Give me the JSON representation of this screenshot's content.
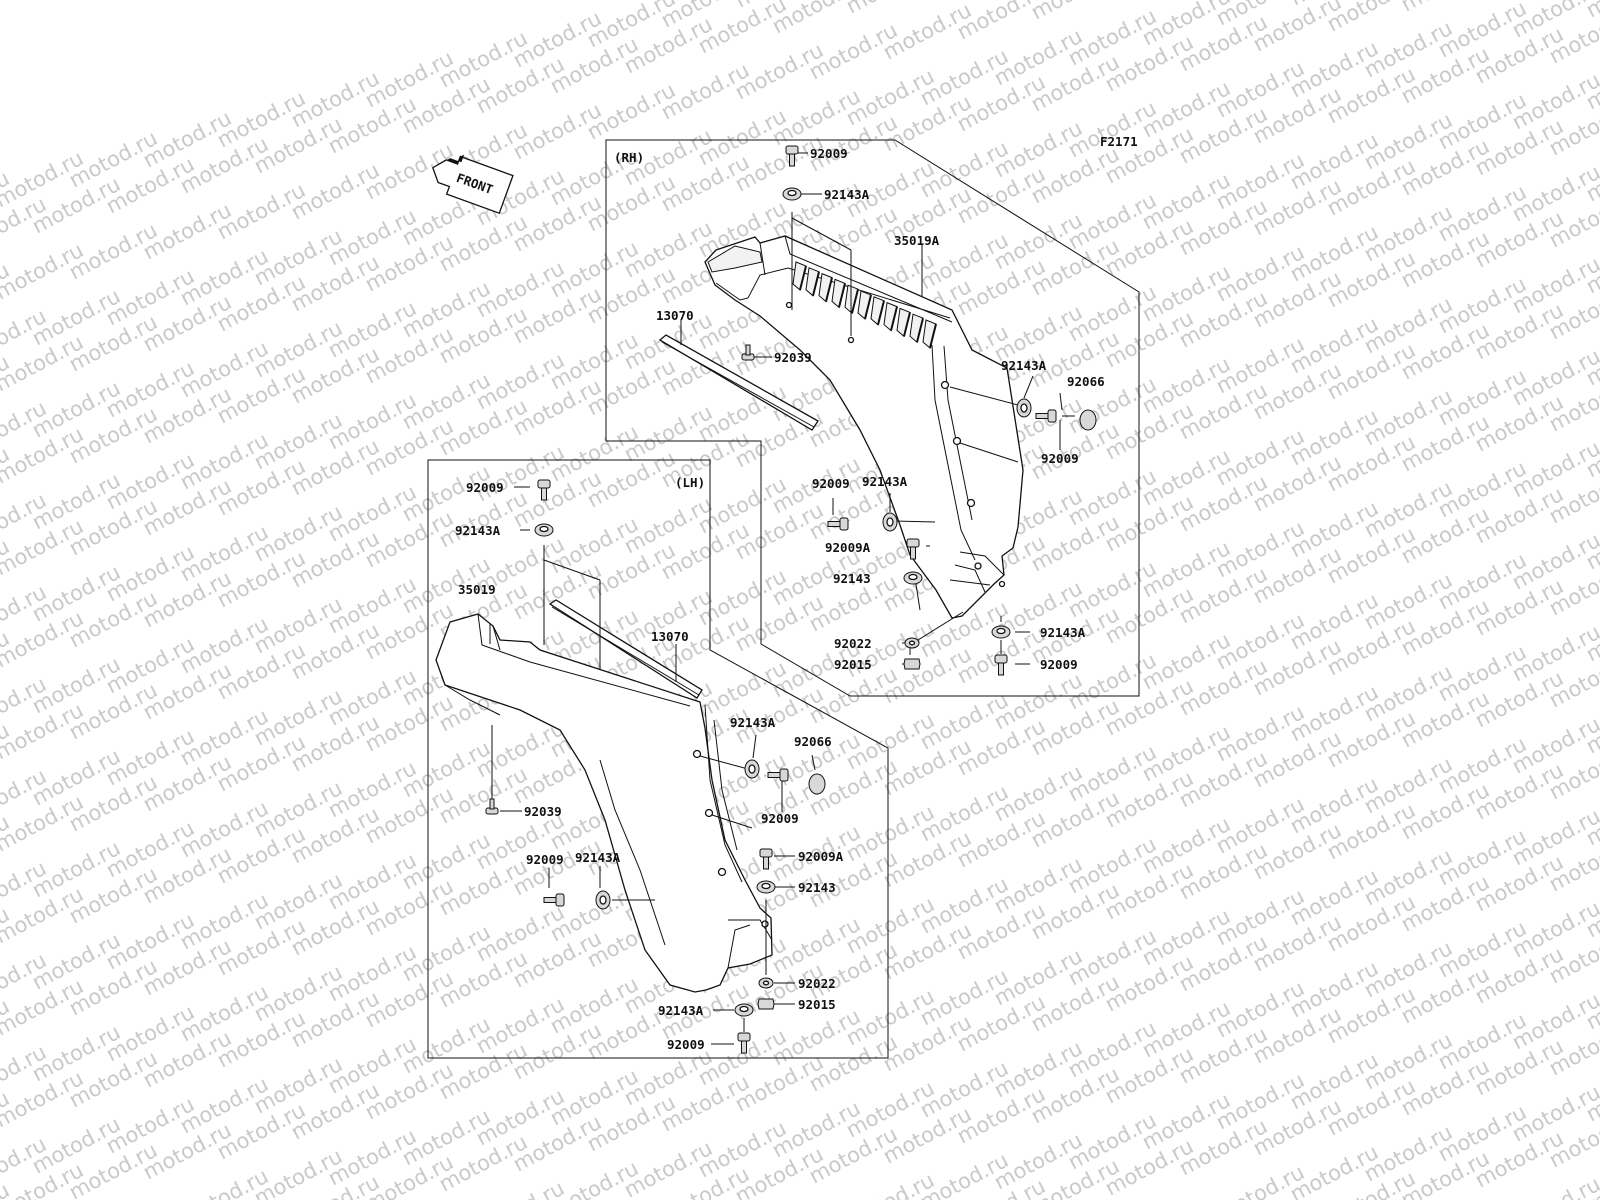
{
  "watermark": "motod.ru",
  "figure_code": "F2171",
  "front_label": "FRONT",
  "panels": {
    "rh": {
      "title": "(RH)"
    },
    "lh": {
      "title": "(LH)"
    }
  },
  "rh_labels": {
    "bolt_top": "92009",
    "grommet_top": "92143A",
    "cover": "35019A",
    "trim": "13070",
    "rivet": "92039",
    "grommet_side": "92143A",
    "cap": "92066",
    "bolt_side": "92009",
    "bolt_mid": "92009",
    "grommet_mid": "92143A",
    "bolt_a": "92009A",
    "grommet_b": "92143",
    "grommet_low": "92143A",
    "washer": "92022",
    "nut": "92015",
    "bolt_low": "92009"
  },
  "lh_labels": {
    "bolt_top": "92009",
    "grommet_top": "92143A",
    "cover": "35019",
    "trim": "13070",
    "grommet_side": "92143A",
    "cap": "92066",
    "bolt_side": "92009",
    "rivet": "92039",
    "bolt_a": "92009A",
    "bolt_mid": "92009",
    "grommet_mid": "92143A",
    "grommet_b": "92143",
    "washer": "92022",
    "grommet_low": "92143A",
    "nut": "92015",
    "bolt_low": "92009"
  },
  "icons": [
    "front-arrow-icon",
    "bolt-icon",
    "grommet-icon",
    "rivet-icon",
    "cap-icon",
    "washer-icon",
    "nut-icon"
  ]
}
